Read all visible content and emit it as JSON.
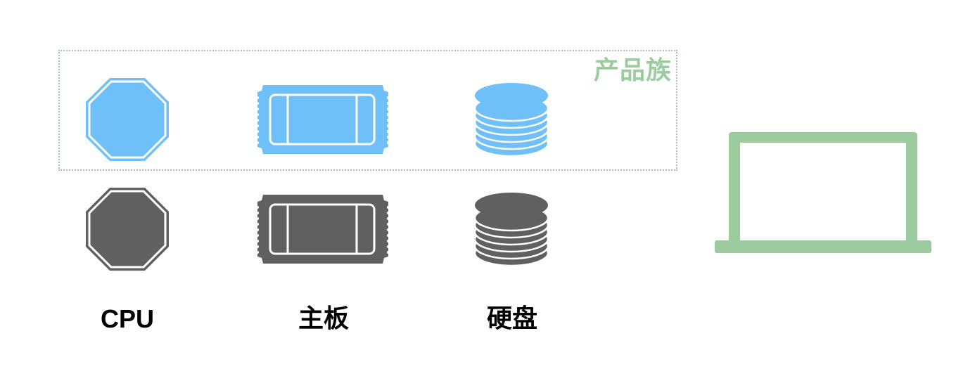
{
  "diagram": {
    "family_label": "产品族",
    "components": [
      {
        "key": "cpu",
        "label": "CPU",
        "icon": "octagon-chip-icon"
      },
      {
        "key": "motherboard",
        "label": "主板",
        "icon": "board-ticket-icon"
      },
      {
        "key": "harddisk",
        "label": "硬盘",
        "icon": "disk-stack-icon"
      }
    ],
    "product_icon": "laptop-icon",
    "colors": {
      "family_variant": "#6fbff9",
      "default_variant": "#606060",
      "family_border": "#9bcb9e",
      "laptop": "#9bcb9e",
      "label_text": "#000000"
    }
  }
}
